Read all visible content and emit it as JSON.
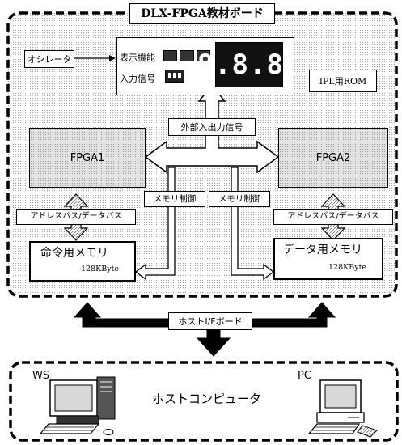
{
  "board": {
    "title": "DLX-FPGA教材ボード",
    "oscillator": "オシレータ",
    "display_label": "表示機能",
    "input_label": "入力信号",
    "seg_display": "8.8.8.",
    "ipl_rom": "IPL用ROM",
    "external_io": "外部入出力信号",
    "fpga1": "FPGA1",
    "fpga2": "FPGA2",
    "mem_ctrl_left": "メモリ制御",
    "mem_ctrl_right": "メモリ制御",
    "bus_left": "アドレスバス/データバス",
    "bus_right": "アドレスバス/データバス",
    "imem_title": "命令用メモリ",
    "imem_size": "128KByte",
    "dmem_title": "データ用メモリ",
    "dmem_size": "128KByte"
  },
  "interface": {
    "host_if_board": "ホストI/Fボード"
  },
  "host": {
    "title": "ホストコンピュータ",
    "ws": "WS",
    "pc": "PC"
  },
  "icons": [
    "oscillator",
    "seven-segment-display",
    "dip-switch",
    "workstation-computer",
    "personal-computer"
  ],
  "colors": {
    "line": "#000000",
    "shade": "#e4e4e4",
    "background": "#ffffff"
  }
}
